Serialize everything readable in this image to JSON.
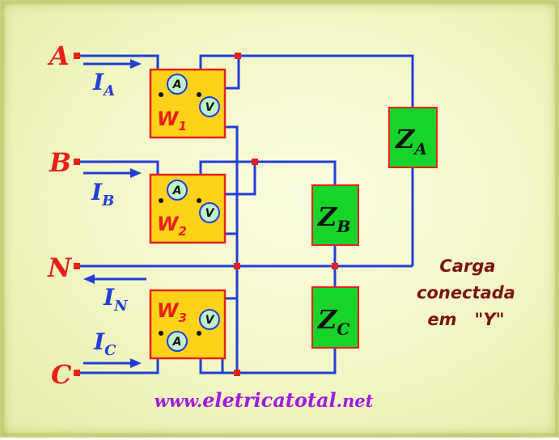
{
  "phases": {
    "a": "A",
    "b": "B",
    "n": "N",
    "c": "C"
  },
  "currents": {
    "ia": {
      "main": "I",
      "sub": "A"
    },
    "ib": {
      "main": "I",
      "sub": "B"
    },
    "in": {
      "main": "I",
      "sub": "N"
    },
    "ic": {
      "main": "I",
      "sub": "C"
    }
  },
  "wattmeters": [
    {
      "main": "W",
      "sub": "1"
    },
    {
      "main": "W",
      "sub": "2"
    },
    {
      "main": "W",
      "sub": "3"
    }
  ],
  "meters": {
    "ammeter": "A",
    "voltmeter": "V"
  },
  "impedances": {
    "za": {
      "main": "Z",
      "sub": "A"
    },
    "zb": {
      "main": "Z",
      "sub": "B"
    },
    "zc": {
      "main": "Z",
      "sub": "C"
    }
  },
  "caption": {
    "line1": "Carga",
    "line2": "conectada",
    "line3": "em   \"Y\""
  },
  "website": {
    "prefix": "www.",
    "main": "eletricatotal",
    "suffix": ".net"
  },
  "colors": {
    "wire": "#1f3fd8",
    "phase_label": "#e8201a",
    "wattmeter_fill": "#ffd21a",
    "impedance_fill": "#16d42a",
    "meter_fill": "#bff2c8",
    "caption": "#7a1410",
    "website": "#a11ae0"
  }
}
